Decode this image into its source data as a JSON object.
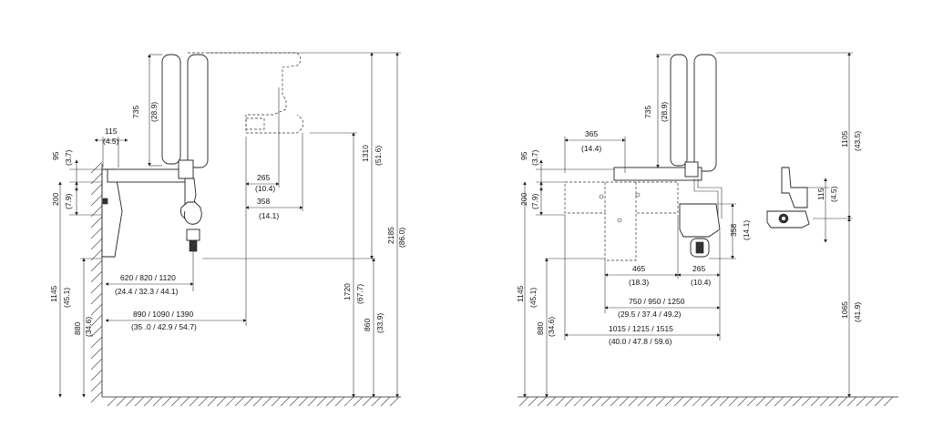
{
  "left_view": {
    "dims": {
      "d115": "115",
      "d115_in": "(4.5)",
      "d735": "735",
      "d735_in": "(28.9)",
      "d95": "95",
      "d95_in": "(3.7)",
      "d200": "200",
      "d200_in": "(7.9)",
      "d1145": "1145",
      "d1145_in": "(45.1)",
      "d880": "880",
      "d880_in": "(34.6)",
      "d265": "265",
      "d265_in": "(10.4)",
      "d358": "358",
      "d358_in": "(14.1)",
      "d620": "620 / 820 / 1120",
      "d620_in": "(24.4 / 32.3 / 44.1)",
      "d890": "890 / 1090 / 1390",
      "d890_in": "(35 .0 / 42.9 / 54.7)",
      "d1310": "1310",
      "d1310_in": "(51.6)",
      "d2185": "2185",
      "d2185_in": "(86.0)",
      "d1720": "1720",
      "d1720_in": "(67.7)",
      "d860": "860",
      "d860_in": "(33.9)"
    }
  },
  "right_view": {
    "dims": {
      "d365": "365",
      "d365_in": "(14.4)",
      "d735": "735",
      "d735_in": "(28.9)",
      "d95": "95",
      "d95_in": "(3.7)",
      "d200": "200",
      "d200_in": "(7.9)",
      "d1145": "1145",
      "d1145_in": "(45.1)",
      "d880": "880",
      "d880_in": "(34.6)",
      "d358": "358",
      "d358_in": "(14.1)",
      "d465": "465",
      "d465_in": "(18.3)",
      "d265": "265",
      "d265_in": "(10.4)",
      "d750": "750 / 950 / 1250",
      "d750_in": "(29.5 / 37.4 / 49.2)",
      "d1015": "1015 / 1215 / 1515",
      "d1015_in": "(40.0 / 47.8 / 59.6)",
      "d1105": "1105",
      "d1105_in": "(43.5)",
      "d115": "115",
      "d115_in": "(4.5)",
      "d1065": "1065",
      "d1065_in": "(41.9)"
    }
  }
}
